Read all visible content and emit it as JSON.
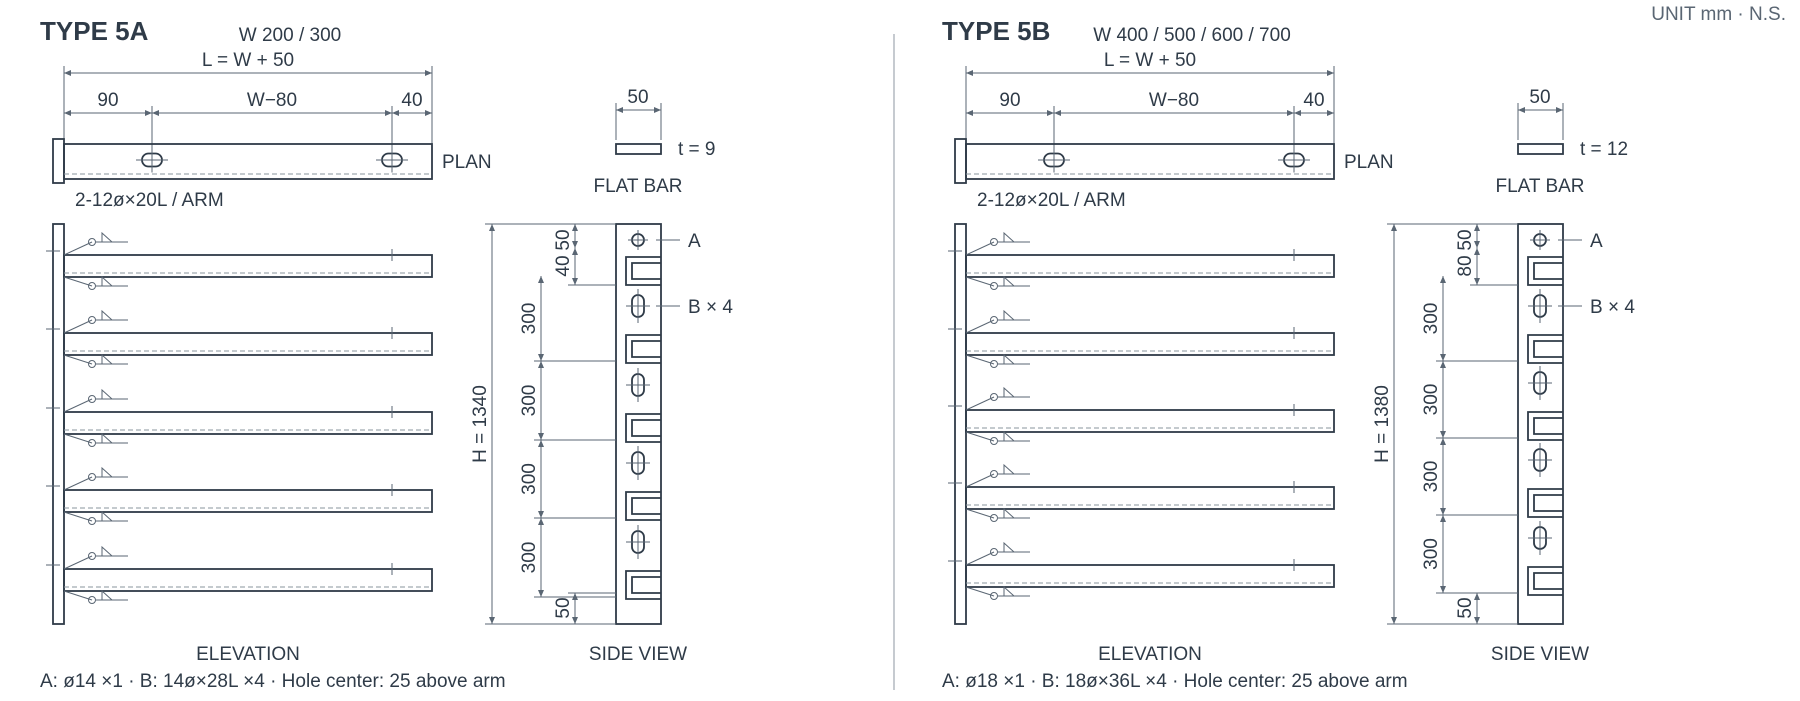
{
  "unit_label": "UNIT mm · N.S.",
  "panels": [
    {
      "id": "5a",
      "title": "TYPE 5A",
      "widths": "W 200 / 300",
      "length_formula": "L = W + 50",
      "dims": [
        "90",
        "W−80",
        "40"
      ],
      "plan_label": "PLAN",
      "hole_note": "2-12ø×20L / ARM",
      "bar_width": "50",
      "bar_thickness": "t = 9",
      "flat_bar_label": "FLAT BAR",
      "elevation_label": "ELEVATION",
      "side_view_label": "SIDE VIEW",
      "height_label": "H = 1340",
      "top_dim": "50",
      "second_dim": "40",
      "pitch": "300",
      "bottom_dim": "50",
      "hole_a": "A",
      "hole_b": "B × 4",
      "footnote": "A: ø14 ×1 · B: 14ø×28L ×4 · Hole center: 25 above arm"
    },
    {
      "id": "5b",
      "title": "TYPE 5B",
      "widths": "W 400 / 500 / 600 / 700",
      "length_formula": "L = W + 50",
      "dims": [
        "90",
        "W−80",
        "40"
      ],
      "plan_label": "PLAN",
      "hole_note": "2-12ø×20L / ARM",
      "bar_width": "50",
      "bar_thickness": "t = 12",
      "flat_bar_label": "FLAT BAR",
      "elevation_label": "ELEVATION",
      "side_view_label": "SIDE VIEW",
      "height_label": "H = 1380",
      "top_dim": "50",
      "second_dim": "80",
      "pitch": "300",
      "bottom_dim": "50",
      "hole_a": "A",
      "hole_b": "B × 4",
      "footnote": "A: ø18 ×1 · B: 18ø×36L ×4 · Hole center: 25 above arm"
    }
  ]
}
